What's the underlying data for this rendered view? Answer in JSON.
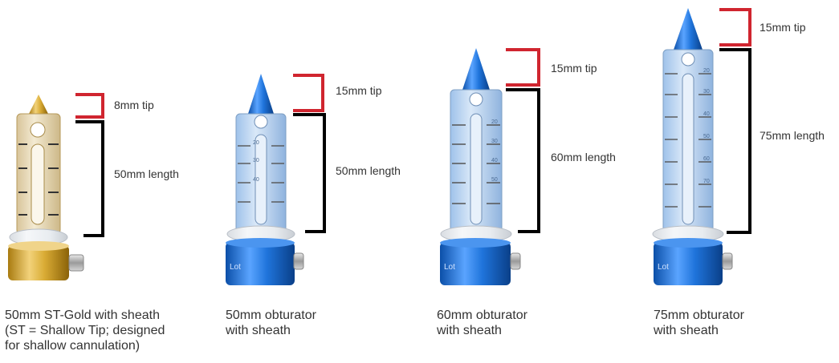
{
  "items": [
    {
      "tip_label": "8mm tip",
      "length_label": "50mm length",
      "caption": [
        "50mm ST-Gold with sheath",
        "(ST = Shallow Tip; designed",
        "for shallow cannulation)"
      ],
      "tip_color": "#d4a82a",
      "scale_marks": []
    },
    {
      "tip_label": "15mm tip",
      "length_label": "50mm length",
      "caption": [
        "50mm obturator",
        "with sheath"
      ],
      "tip_color": "#1e6fd0",
      "scale_marks": [
        "20",
        "30",
        "40"
      ]
    },
    {
      "tip_label": "15mm tip",
      "length_label": "60mm length",
      "caption": [
        "60mm obturator",
        "with sheath"
      ],
      "tip_color": "#1e6fd0",
      "scale_marks": [
        "20",
        "30",
        "40",
        "50"
      ]
    },
    {
      "tip_label": "15mm tip",
      "length_label": "75mm length",
      "caption": [
        "75mm obturator",
        "with sheath"
      ],
      "tip_color": "#1e6fd0",
      "scale_marks": [
        "20",
        "30",
        "40",
        "50",
        "60",
        "70"
      ]
    }
  ],
  "colors": {
    "tip_bracket": "#d0252f",
    "length_bracket": "#000000",
    "gold": "#d4a82a",
    "blue": "#1e6fd0"
  },
  "base_engraving": "Lot"
}
